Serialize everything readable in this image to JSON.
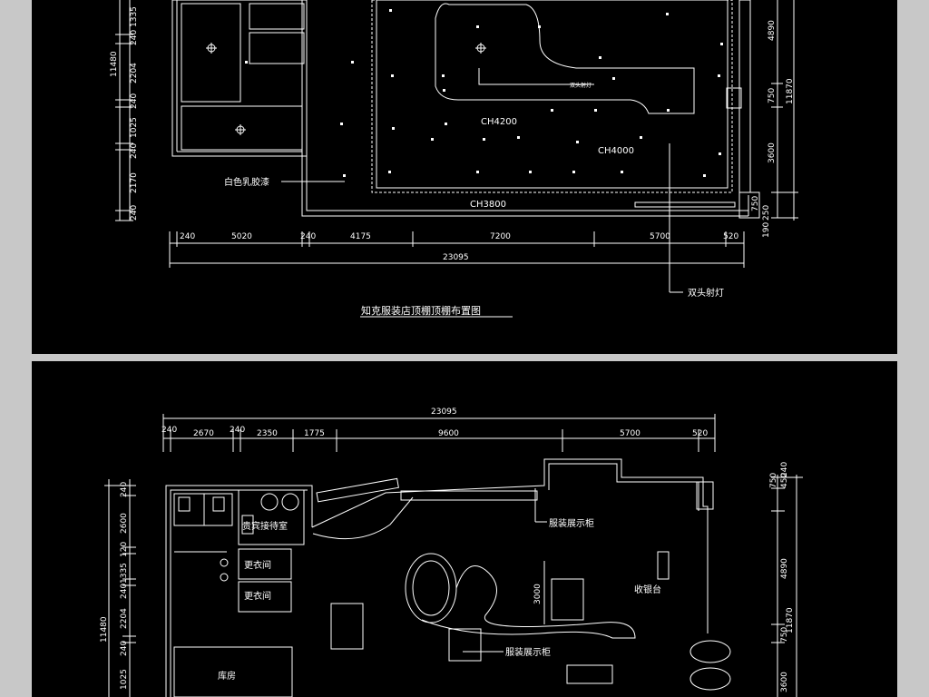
{
  "top": {
    "title": "知克服装店顶棚顶棚布置图",
    "labels": {
      "paint": "白色乳胶漆",
      "spot": "双头射灯",
      "small_note": "双头射灯",
      "ch4200": "CH4200",
      "ch4000": "CH4000",
      "ch3800": "CH3800"
    },
    "dims_bottom": [
      "240",
      "5020",
      "240",
      "4175",
      "7200",
      "5700",
      "520"
    ],
    "dim_total": "23095",
    "dims_left": [
      "1335",
      "240",
      "2204",
      "240",
      "1025",
      "240",
      "2170",
      "240"
    ],
    "dim_left_total": "11480",
    "dims_right": [
      "4890",
      "750",
      "3600",
      "750",
      "250",
      "190"
    ],
    "dim_right_total": "11870"
  },
  "bottom": {
    "labels": {
      "vip": "贵宾接待室",
      "display1": "服装展示柜",
      "display2": "服装展示柜",
      "cashier": "收银台",
      "fitting1": "更衣间",
      "fitting2": "更衣间",
      "storage": "库房",
      "dim3000": "3000"
    },
    "dim_total": "23095",
    "dims_top": [
      "240",
      "2670",
      "240",
      "2350",
      "1775",
      "9600",
      "5700",
      "520"
    ],
    "dims_left": [
      "240",
      "2600",
      "120",
      "1335",
      "240",
      "2204",
      "240",
      "1025"
    ],
    "dim_left_total": "11480",
    "dims_right": [
      "750",
      "450",
      "240",
      "4890",
      "750",
      "3600"
    ],
    "dim_right_total": "11870"
  }
}
